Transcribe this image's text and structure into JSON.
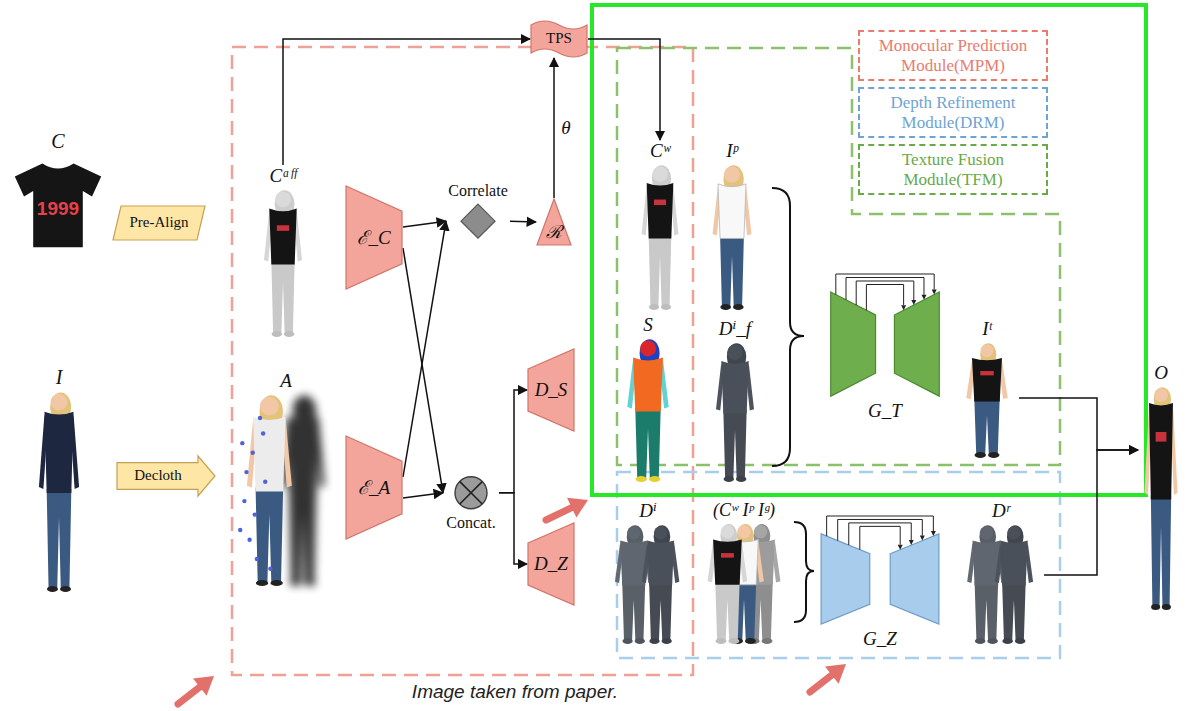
{
  "diagram": {
    "caption": "Image taken from paper.",
    "nodes": [
      {
        "text": [
          "C"
        ]
      },
      {
        "text": [
          "Pre-Align"
        ]
      },
      {
        "text": [
          "I"
        ]
      },
      {
        "text": [
          "Decloth"
        ]
      },
      {
        "text": [
          "Cᵃᶠᶠ"
        ]
      },
      {
        "text": [
          "A"
        ]
      },
      {
        "text": [
          "TPS"
        ]
      },
      {
        "text": [
          "ℰ_C"
        ]
      },
      {
        "text": [
          "ℰ_A"
        ]
      },
      {
        "text": [
          "Correlate"
        ]
      },
      {
        "text": [
          "Concat."
        ]
      },
      {
        "text": [
          "ℛ"
        ]
      },
      {
        "text": [
          "D_S"
        ]
      },
      {
        "text": [
          "D_Z"
        ]
      },
      {
        "text": [
          "Cʷ"
        ]
      },
      {
        "text": [
          "Iᵖ"
        ]
      },
      {
        "text": [
          "S"
        ]
      },
      {
        "text": [
          "Dⁱ_f"
        ]
      },
      {
        "text": [
          "Dⁱ"
        ]
      },
      {
        "text": [
          "(Cʷ Iᵖ Iᵍ)"
        ]
      },
      {
        "text": [
          "G_T"
        ]
      },
      {
        "text": [
          "G_Z"
        ]
      },
      {
        "text": [
          "Iᵗ"
        ]
      },
      {
        "text": [
          "Dʳ"
        ]
      },
      {
        "text": [
          "O"
        ]
      }
    ],
    "edges": [
      {
        "from": 4,
        "to": 6,
        "arrow": "to"
      },
      {
        "from": 7,
        "to": 9,
        "arrow": "to"
      },
      {
        "from": 7,
        "to": 10,
        "arrow": "to"
      },
      {
        "from": 8,
        "to": 9,
        "arrow": "to"
      },
      {
        "from": 8,
        "to": 10,
        "arrow": "to"
      },
      {
        "from": 9,
        "to": 11,
        "arrow": "to"
      },
      {
        "from": 11,
        "to": 6,
        "label": "θ",
        "arrow": "to"
      },
      {
        "from": 6,
        "to": 14,
        "arrow": "to"
      },
      {
        "from": 10,
        "to": 12,
        "arrow": "to"
      },
      {
        "from": 10,
        "to": 13,
        "arrow": "to"
      },
      {
        "from": 22,
        "to": 24,
        "arrow": "to"
      },
      {
        "from": 23,
        "to": 24,
        "arrow": "to"
      }
    ],
    "labels": [
      "1999"
    ],
    "legend": [
      {
        "text": "Monocular Prediction Module(MPM)"
      },
      {
        "text": "Depth Refinement Module(DRM)"
      },
      {
        "text": "Texture Fusion Module(TFM)"
      }
    ]
  }
}
